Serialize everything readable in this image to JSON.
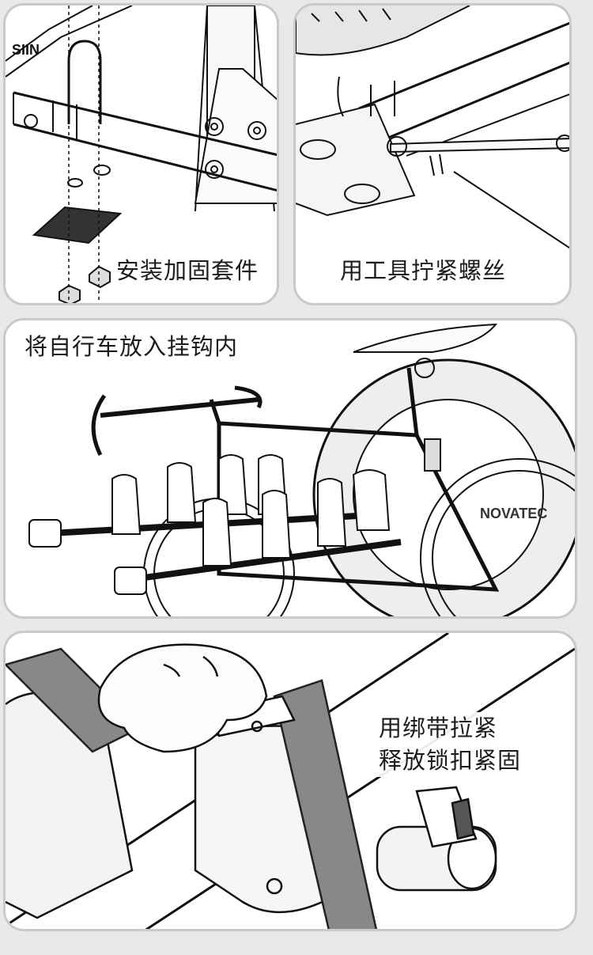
{
  "steps": [
    {
      "caption": "安装加固套件",
      "brand_mark": "SIIN"
    },
    {
      "caption": "用工具拧紧螺丝"
    },
    {
      "caption": "将自行车放入挂钩内",
      "tire_text": "NOVATEC"
    },
    {
      "caption_lines": [
        "用绑带拉紧",
        "释放锁扣紧固"
      ]
    }
  ]
}
